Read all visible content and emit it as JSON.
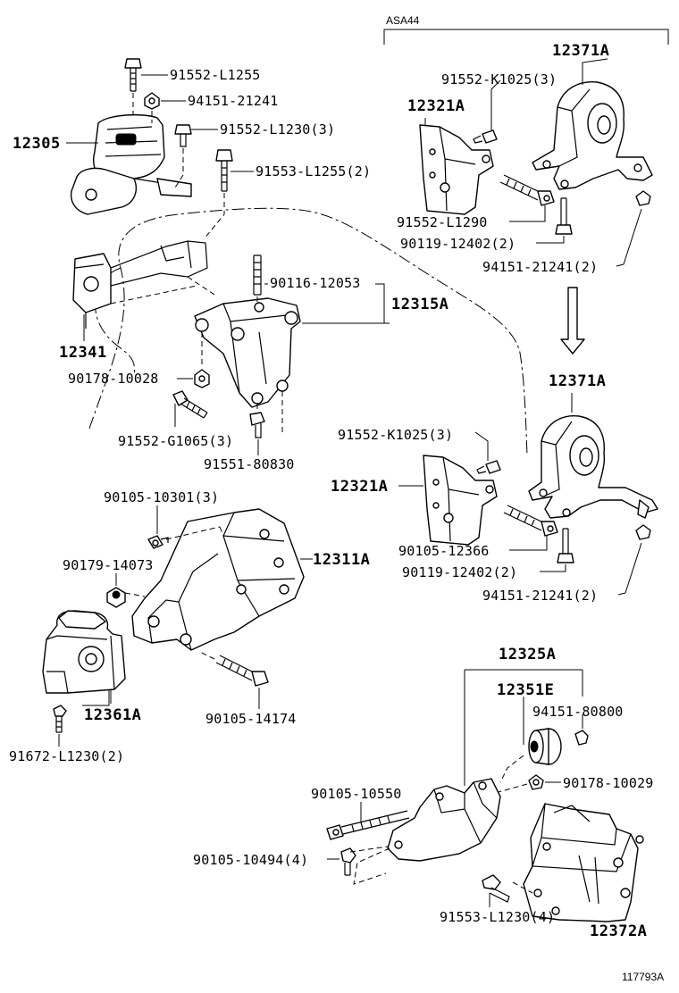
{
  "variant_label": "ASA44",
  "figure_id": "117793A",
  "part_labels": {
    "p12305": "12305",
    "p12341": "12341",
    "p12315A": "12315A",
    "p12311A": "12311A",
    "p12361A": "12361A",
    "p12371A_top": "12371A",
    "p12321A_top": "12321A",
    "p12371A_bottom": "12371A",
    "p12321A_bottom": "12321A",
    "p12325A": "12325A",
    "p12351E": "12351E",
    "p12372A": "12372A"
  },
  "fastener_labels": {
    "f91552_L1255": "91552-L1255",
    "f94151_21241": "94151-21241",
    "f91552_L1230": "91552-L1230(3)",
    "f91553_L1255": "91553-L1255(2)",
    "f90116_12053": "90116-12053",
    "f90178_10028": "90178-10028",
    "f91552_G1065": "91552-G1065(3)",
    "f91551_80830": "91551-80830",
    "f90105_10301": "90105-10301(3)",
    "f90179_14073": "90179-14073",
    "f90105_14174": "90105-14174",
    "f91672_L1230": "91672-L1230(2)",
    "f91552_K1025_top": "91552-K1025(3)",
    "f91552_L1290": "91552-L1290",
    "f90119_12402_top": "90119-12402(2)",
    "f94151_21241_top": "94151-21241(2)",
    "f91552_K1025_bottom": "91552-K1025(3)",
    "f90105_12366": "90105-12366",
    "f90119_12402_bottom": "90119-12402(2)",
    "f94151_21241_bottom": "94151-21241(2)",
    "f94151_80800": "94151-80800",
    "f90178_10029": "90178-10029",
    "f90105_10550": "90105-10550",
    "f90105_10494": "90105-10494(4)",
    "f91553_L1230": "91553-L1230(4)"
  }
}
